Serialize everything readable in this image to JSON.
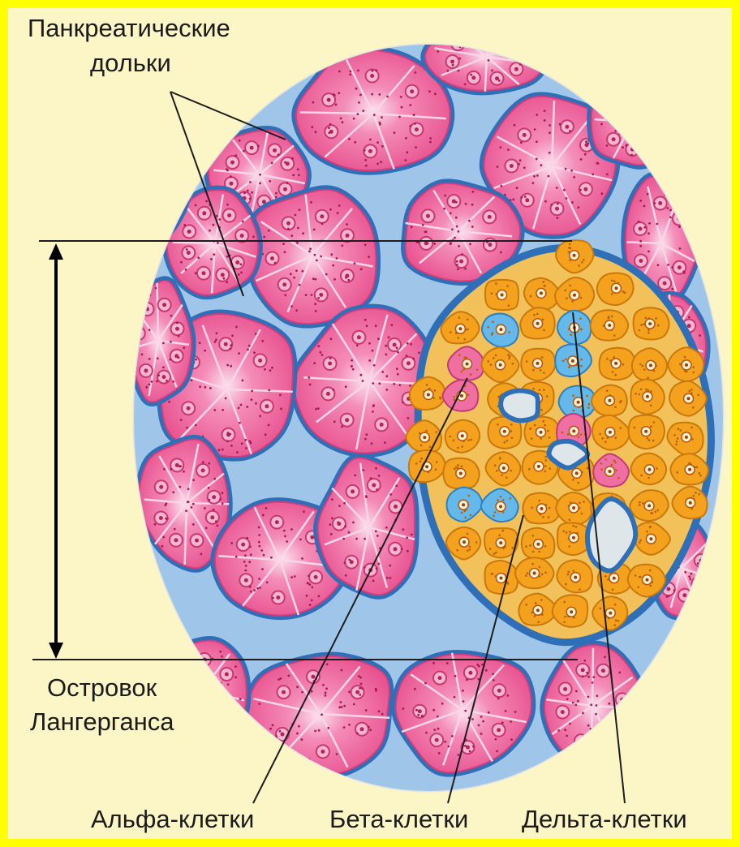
{
  "labels": {
    "lobules_line1": "Панкреатические",
    "lobules_line2": "дольки",
    "islet_line1": "Островок",
    "islet_line2": "Лангерганса",
    "alpha": "Альфа-клетки",
    "beta": "Бета-клетки",
    "delta": "Дельта-клетки"
  },
  "colors": {
    "background": "#fcf6c6",
    "border": "#ffff00",
    "acinus": "#ef6fa2",
    "stroma": "#4d8fd0",
    "islet_cells": "#f4a21e",
    "delta_cells": "#5cb5e8"
  }
}
